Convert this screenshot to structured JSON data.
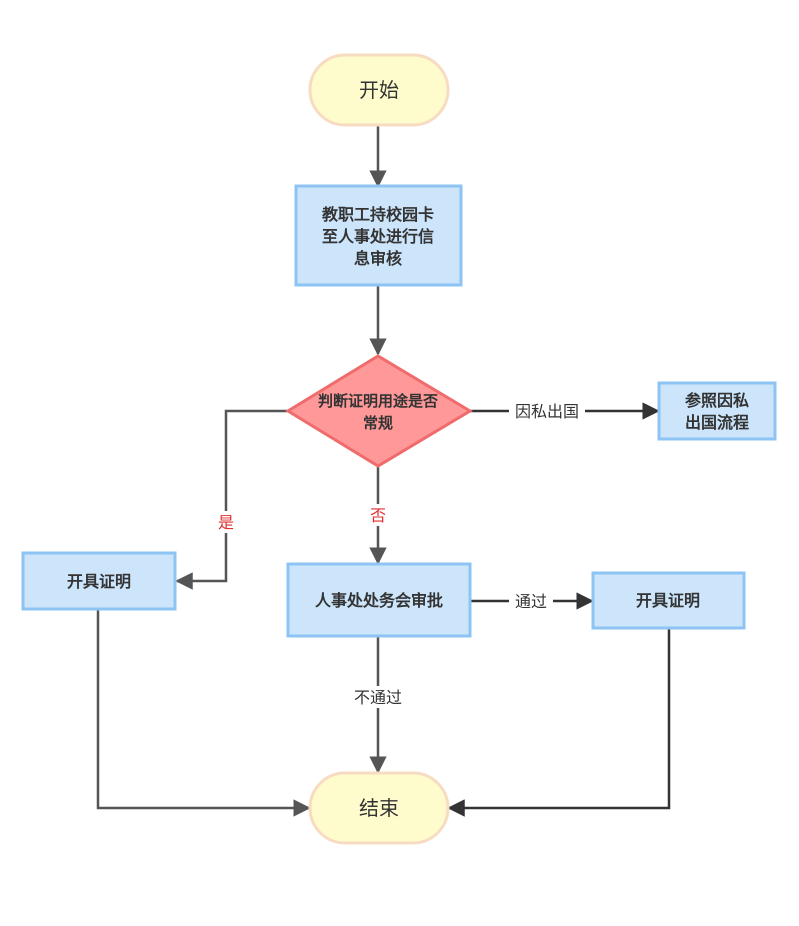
{
  "nodes": {
    "start": {
      "text": "开始"
    },
    "submit": {
      "lines": [
        "教职工持校园卡",
        "至人事处进行信",
        "息审核"
      ]
    },
    "decision": {
      "lines": [
        "判断证明用途是否",
        "常规"
      ]
    },
    "private_trip": {
      "lines": [
        "参照因私",
        "出国流程"
      ]
    },
    "certify_left": {
      "text": "开具证明"
    },
    "approval": {
      "text": "人事处处务会审批"
    },
    "certify_right": {
      "text": "开具证明"
    },
    "end": {
      "text": "结束"
    }
  },
  "edges": {
    "private_trip": {
      "label": "因私出国"
    },
    "yes": {
      "label": "是"
    },
    "no": {
      "label": "否"
    },
    "pass": {
      "label": "通过"
    },
    "fail": {
      "label": "不通过"
    }
  },
  "colors": {
    "terminal_fill": "#fefccd",
    "terminal_stroke": "#f8dcc2",
    "process_fill": "#cce5fb",
    "process_stroke": "#8ec4f3",
    "decision_fill": "#ff9999",
    "decision_stroke": "#f06b6b",
    "edge": "#555555",
    "edge_dark": "#333333",
    "red_label": "#e03030"
  }
}
